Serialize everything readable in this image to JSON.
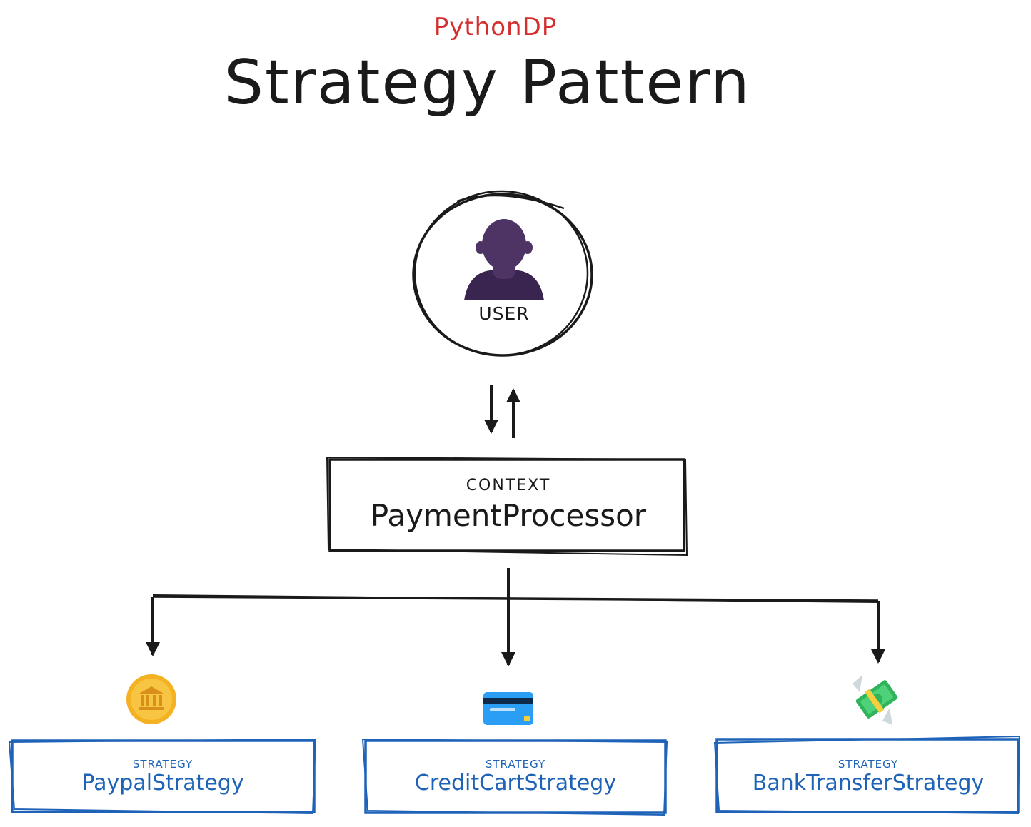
{
  "header": {
    "brand": "PythonDP",
    "title": "Strategy Pattern"
  },
  "user": {
    "label": "USER",
    "icon": "user-icon"
  },
  "context": {
    "kicker": "CONTEXT",
    "name": "PaymentProcessor"
  },
  "strategies": [
    {
      "kicker": "STRATEGY",
      "name": "PaypalStrategy",
      "icon": "bank-coin-icon"
    },
    {
      "kicker": "STRATEGY",
      "name": "CreditCartStrategy",
      "icon": "credit-card-icon"
    },
    {
      "kicker": "STRATEGY",
      "name": "BankTransferStrategy",
      "icon": "money-with-wings-icon"
    }
  ],
  "colors": {
    "brand": "#d32f2f",
    "ink": "#1a1a1a",
    "strategy_blue": "#1e63b8",
    "user_purple": "#4e3465",
    "coin_gold": "#f4b223",
    "card_blue": "#2a9df4",
    "money_green": "#2fb45a"
  }
}
